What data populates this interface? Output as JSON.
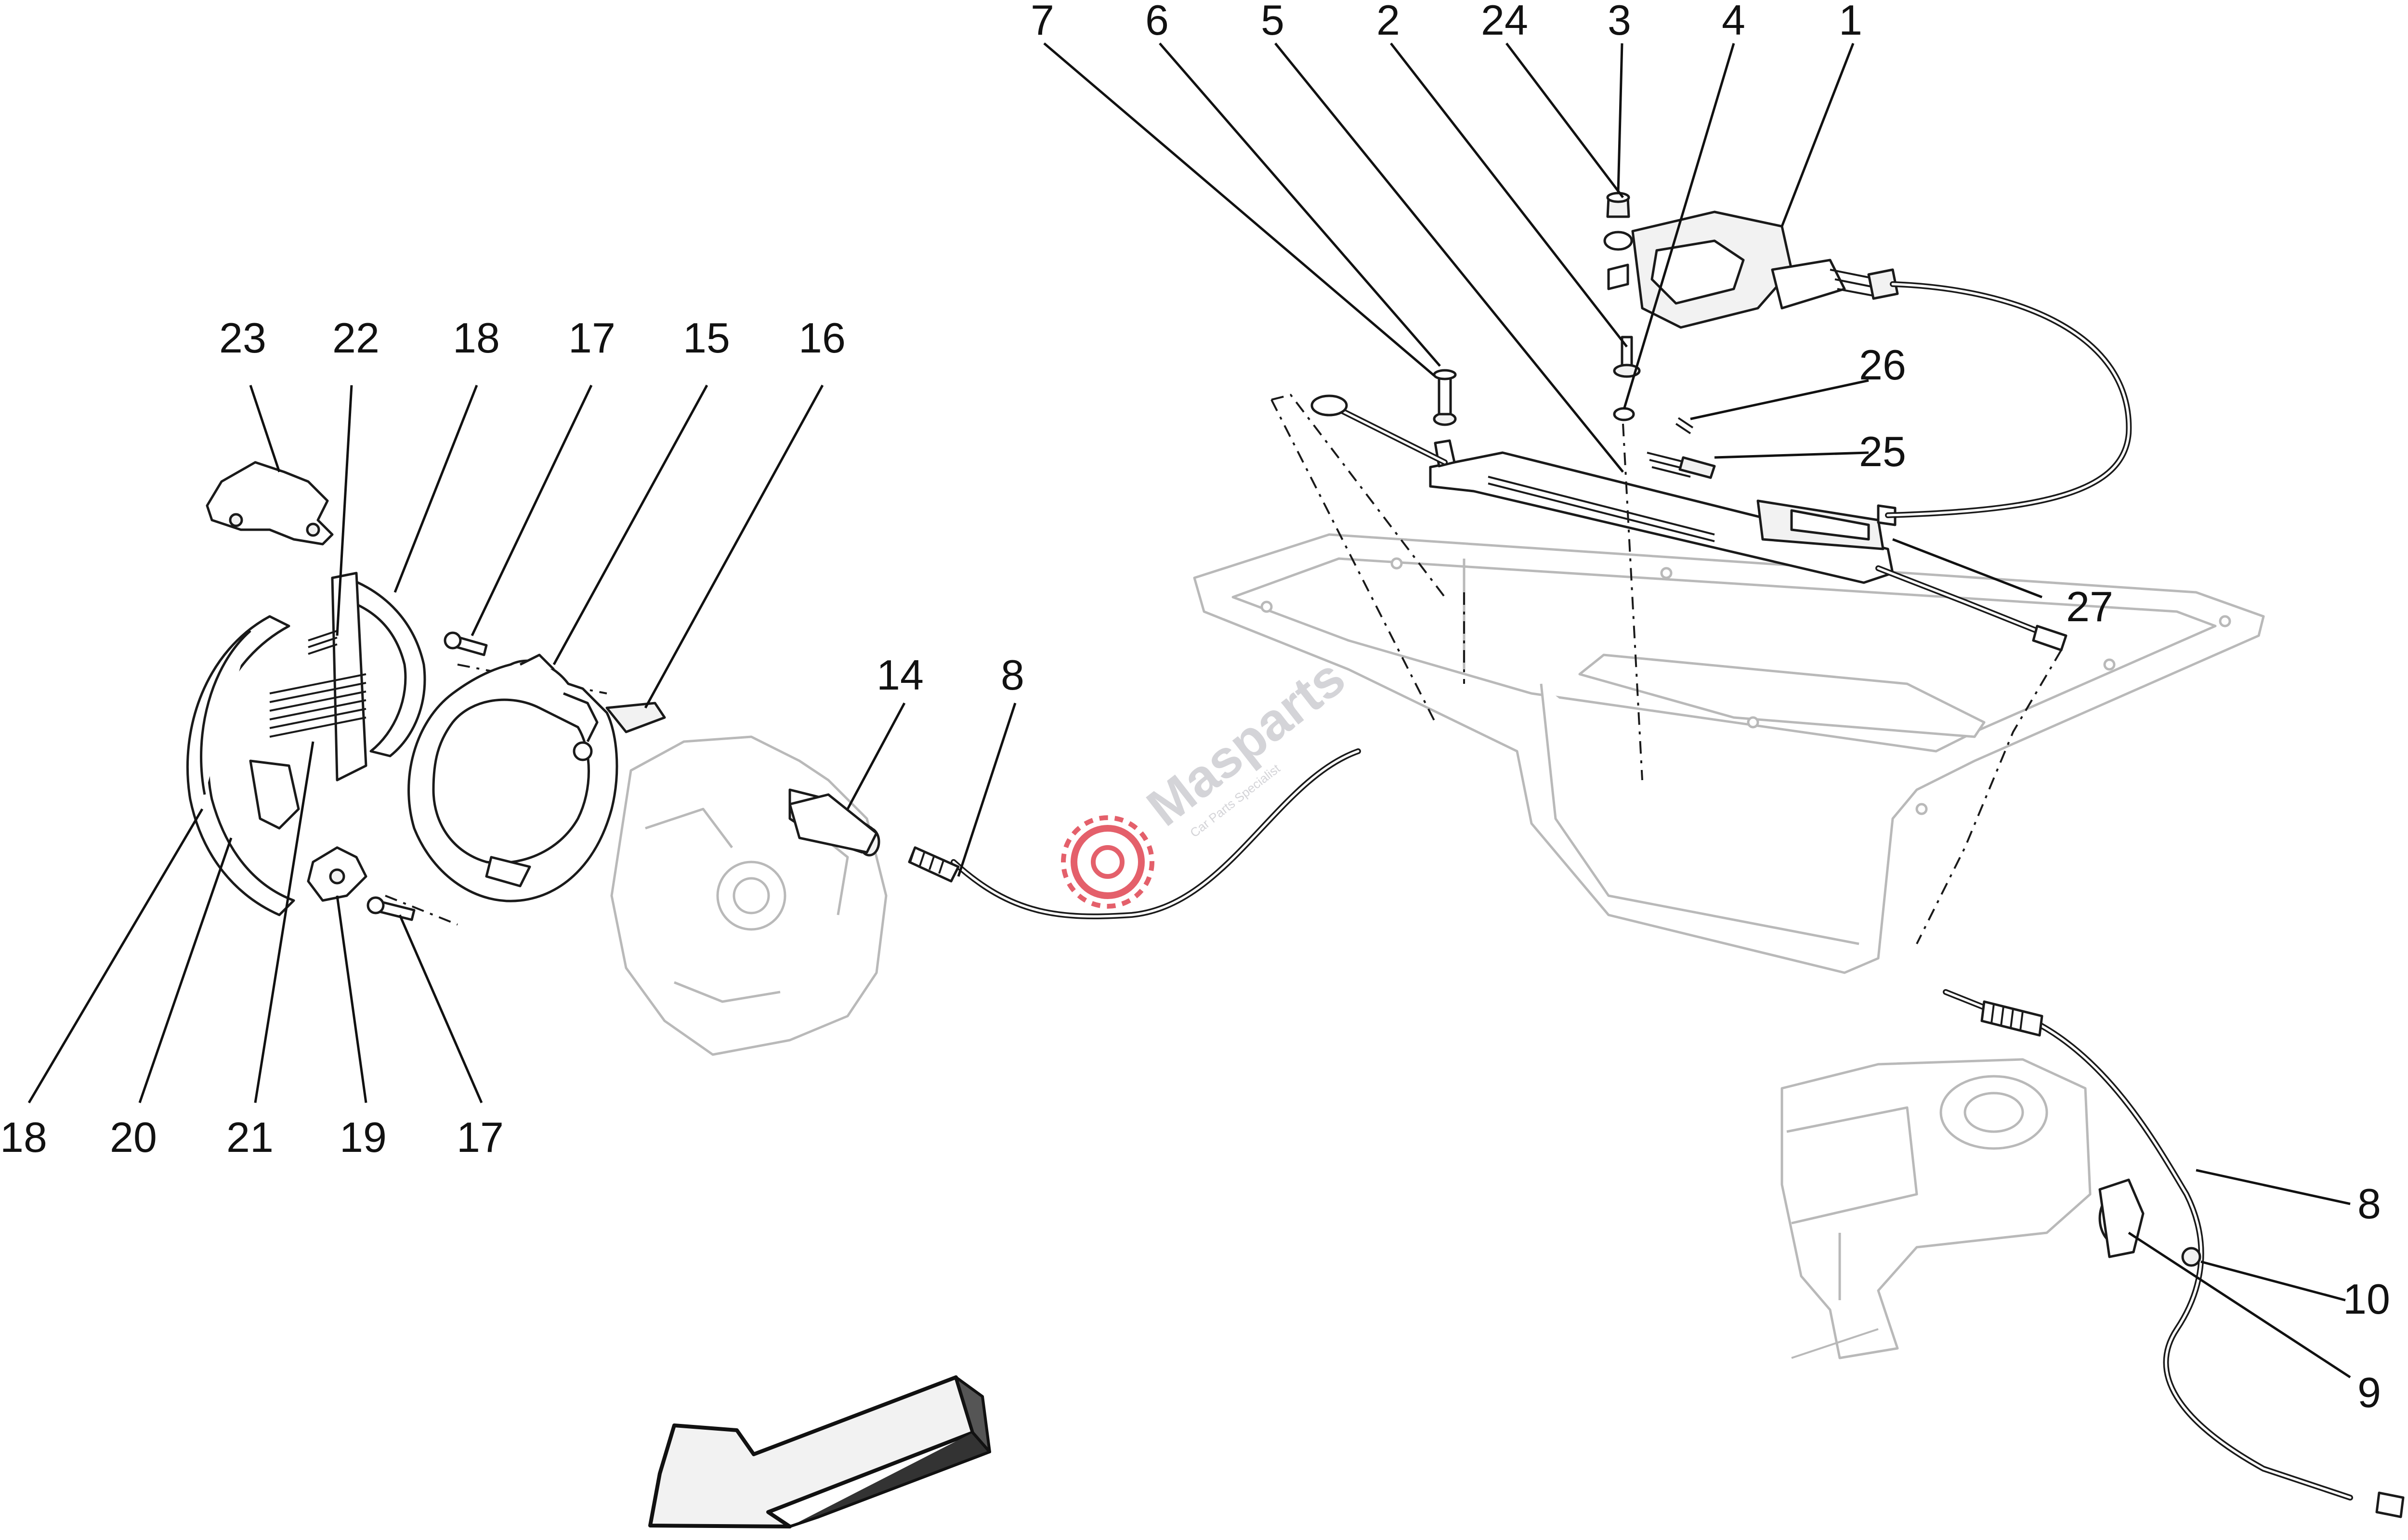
{
  "diagram": {
    "callouts": {
      "c1": "1",
      "c2": "2",
      "c3": "3",
      "c4": "4",
      "c5": "5",
      "c6": "6",
      "c7": "7",
      "c24": "24",
      "c26": "26",
      "c25": "25",
      "c27": "27",
      "c23": "23",
      "c22": "22",
      "c18_top": "18",
      "c17_top": "17",
      "c15": "15",
      "c16": "16",
      "c14": "14",
      "c8_mid": "8",
      "c18_bottom": "18",
      "c20": "20",
      "c21": "21",
      "c19": "19",
      "c17_bottom": "17",
      "c8_right": "8",
      "c10": "10",
      "c9": "9"
    },
    "watermark": {
      "name": "Masparts",
      "tagline": "Car Parts Specialist"
    },
    "icons": {
      "direction": "direction-arrow-icon",
      "watermark": "gear-logo-icon"
    },
    "colors": {
      "line": "#1a1a1a",
      "ghost": "#b9b9b9",
      "watermark_logo": "#e4606b",
      "watermark_text": "#d4d4d8"
    }
  }
}
